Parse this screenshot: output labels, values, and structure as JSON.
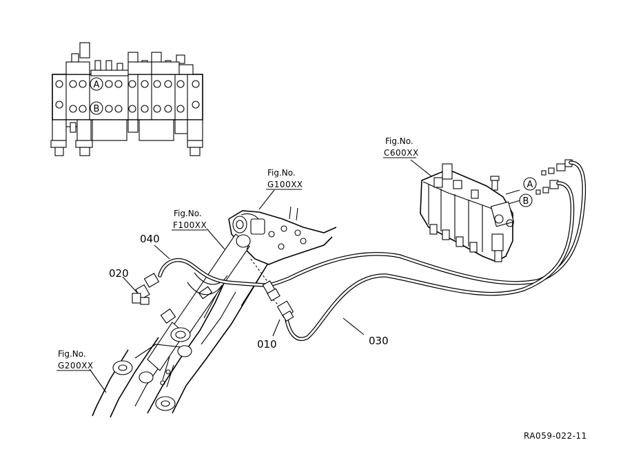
{
  "refs": {
    "fig_c600": {
      "label": "Fig.No.",
      "code": "C600XX"
    },
    "fig_g100": {
      "label": "Fig.No.",
      "code": "G100XX"
    },
    "fig_f100": {
      "label": "Fig.No.",
      "code": "F100XX"
    },
    "fig_g200": {
      "label": "Fig.No.",
      "code": "G200XX"
    }
  },
  "parts": {
    "p010": "010",
    "p020": "020",
    "p030": "030",
    "p040": "040"
  },
  "ports": {
    "a": "A",
    "b": "B"
  },
  "drawing_code": "RA059-022-11"
}
